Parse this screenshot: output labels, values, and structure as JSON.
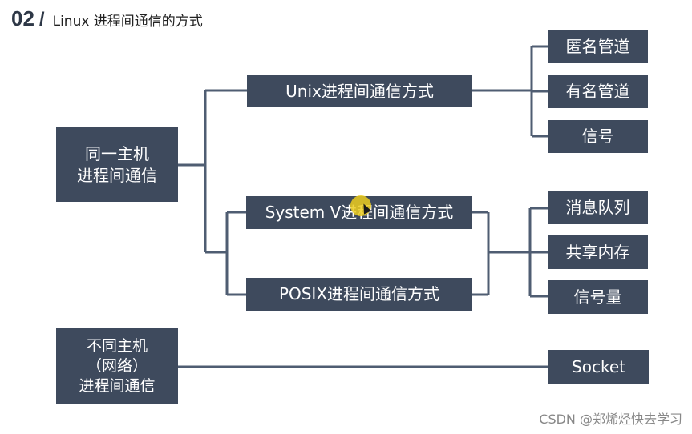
{
  "header": {
    "number": "02",
    "slash": "/",
    "title": "Linux 进程间通信的方式"
  },
  "nodes": {
    "same_host": [
      "同一主机",
      "进程间通信"
    ],
    "diff_host": [
      "不同主机",
      "（网络）",
      "进程间通信"
    ],
    "unix": "Unix进程间通信方式",
    "systemv": "System V进程间通信方式",
    "posix": "POSIX进程间通信方式",
    "anon_pipe": "匿名管道",
    "named_pipe": "有名管道",
    "signal": "信号",
    "msg_queue": "消息队列",
    "shm": "共享内存",
    "semaphore": "信号量",
    "socket": "Socket"
  },
  "colors": {
    "box": "#3e4a5d",
    "line": "#4f5d72",
    "cursor": "#ecc81e"
  },
  "watermark": "CSDN @郑烯烃快去学习"
}
